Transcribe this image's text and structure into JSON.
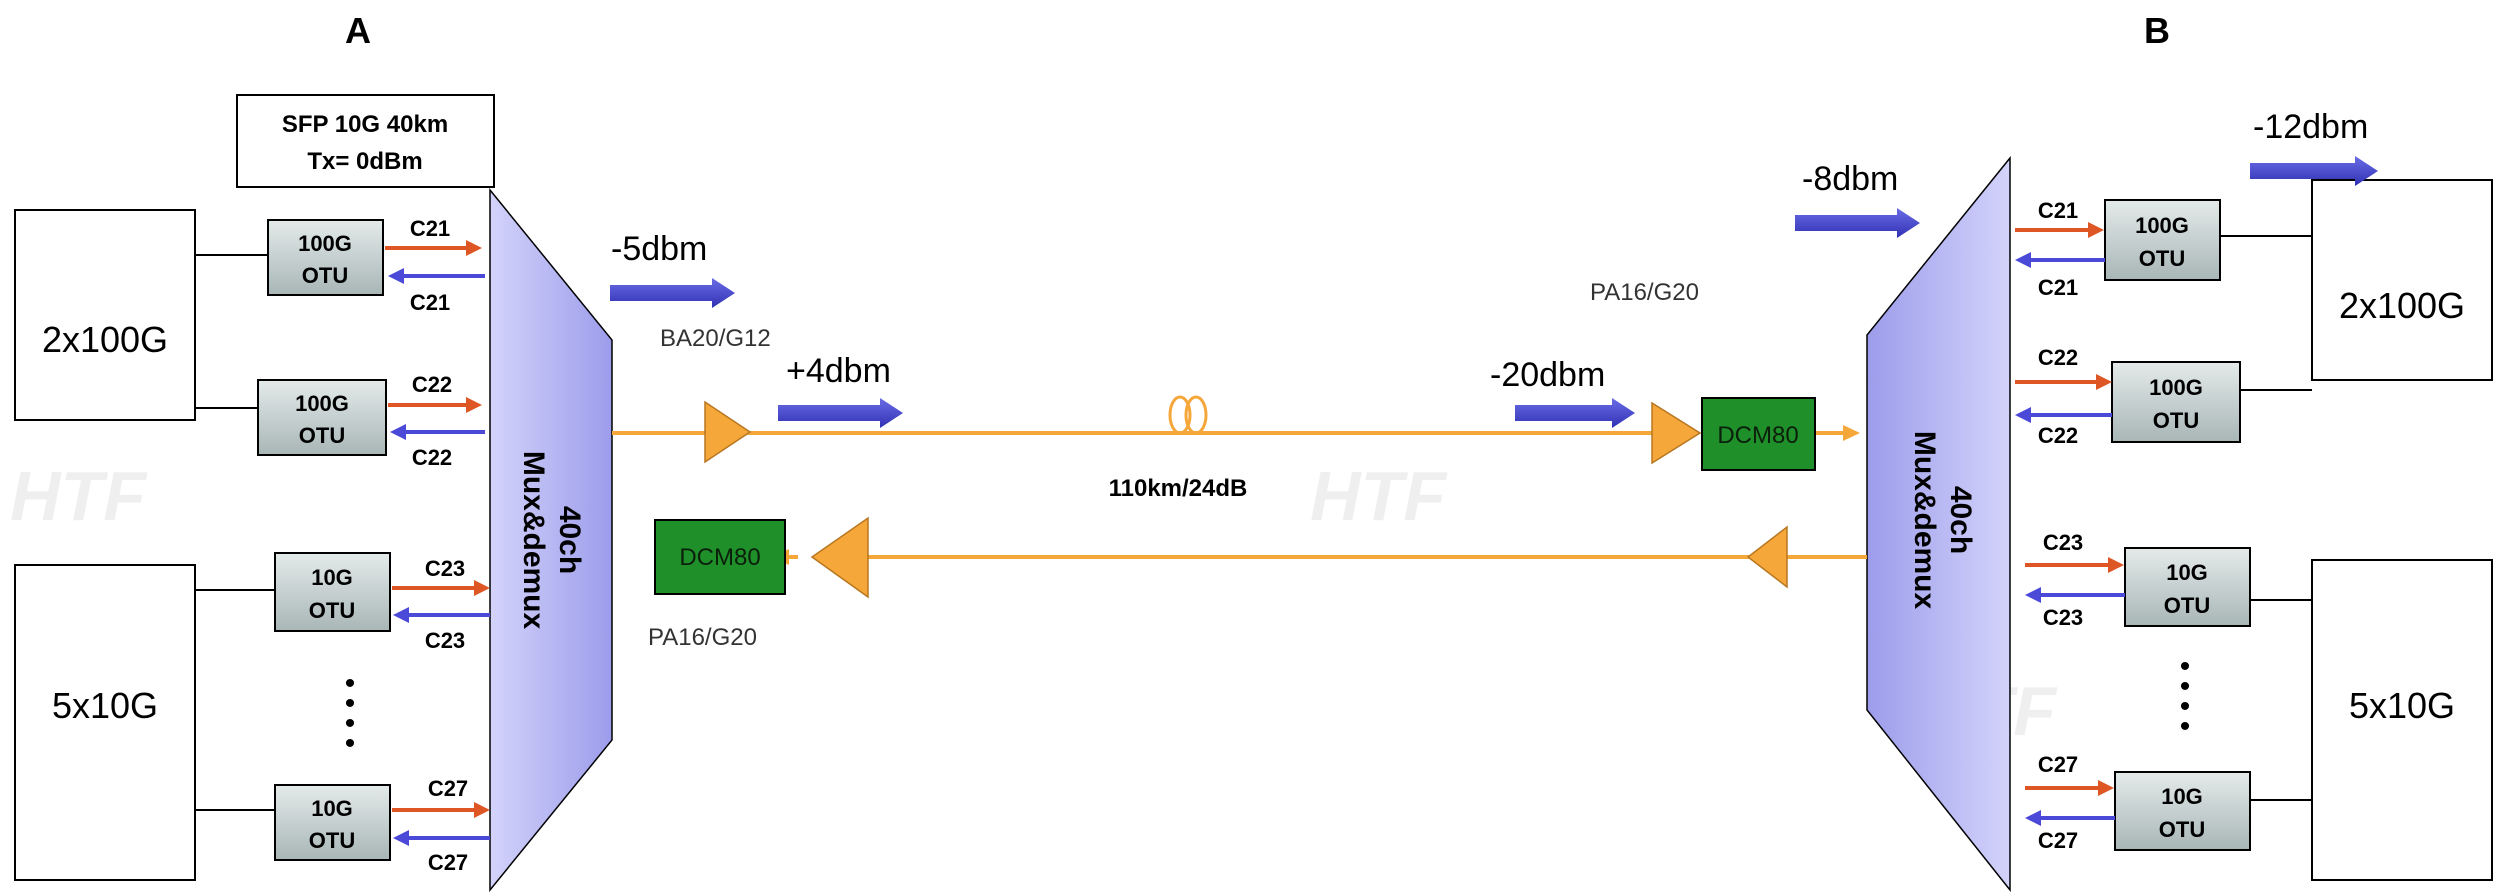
{
  "sites": {
    "a": "A",
    "b": "B"
  },
  "sfp_note": {
    "line1": "SFP 10G 40km",
    "line2": "Tx= 0dBm"
  },
  "clients": {
    "a_top": "2x100G",
    "a_bottom": "5x10G",
    "b_top": "2x100G",
    "b_bottom": "5x10G"
  },
  "otu": {
    "line_100g": "100G",
    "line_10g": "10G",
    "line_otu": "OTU"
  },
  "channels": {
    "c21": "C21",
    "c22": "C22",
    "c23": "C23",
    "c27": "C27"
  },
  "mux": {
    "line1": "40ch",
    "line2": "Mux&demux"
  },
  "powers": {
    "a_mux_out": "-5dbm",
    "a_booster_out": "+4dbm",
    "b_preamp_in": "-20dbm",
    "b_mux_in": "-8dbm",
    "b_client_out": "-12dbm"
  },
  "amplifiers": {
    "booster": "BA20/G12",
    "preamp_b": "PA16/G20",
    "preamp_a": "PA16/G20"
  },
  "dcm_label": "DCM80",
  "fiber_span": "110km/24dB",
  "continuation_dots": "•",
  "watermark": "HTF",
  "colors": {
    "fiber": "#f6a73a",
    "amplifier": "#f6a73a",
    "dcm": "#1f8f2a",
    "power_arrow": "#4547cf",
    "tx_arrow": "#de5624",
    "rx_arrow": "#4a49d8",
    "mux_fill": "#bcbcf6",
    "otu_fill": "#bcc7c7"
  }
}
